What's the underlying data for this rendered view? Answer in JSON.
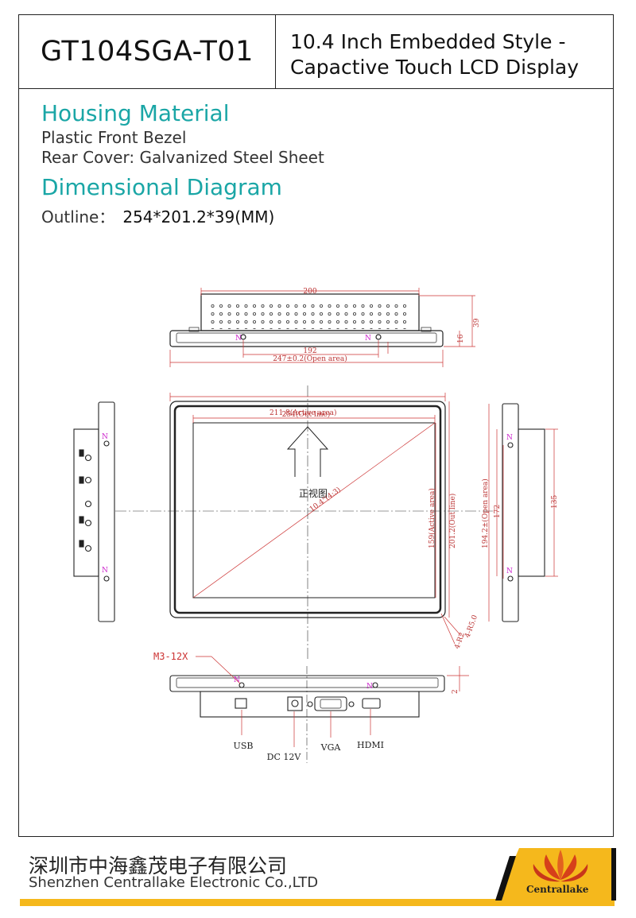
{
  "header": {
    "model": "GT104SGA-T01",
    "title_line1": "10.4 Inch  Embedded Style -",
    "title_line2": "Capactive Touch LCD Display"
  },
  "housing": {
    "heading": "Housing Material",
    "line1": "Plastic Front Bezel",
    "line2": "Rear Cover: Galvanized Steel Sheet"
  },
  "dimensional": {
    "heading": "Dimensional   Diagram",
    "outline_label": "Outline：",
    "outline_value": "254*201.2*39(MM)"
  },
  "diagram": {
    "top_width": "200",
    "top_depth": "39",
    "top_side": "16",
    "top_hole": "192",
    "top_open": "247±0.2(Open area)",
    "front_outline": "254(Out line)",
    "front_active": "211.8(Active area)",
    "front_height_active": "159(Active area)",
    "front_height_outline": "201.2(Out line)",
    "front_diag": "10.4\"(4:3)",
    "front_view": "正视图",
    "corner1": "4-R5.0",
    "corner2": "4-R2",
    "right_open": "194.2±(Open area)",
    "right_hole": "172",
    "right_depth": "135",
    "screw_label": "M3-12X",
    "port_usb": "USB",
    "port_dc": "DC 12V",
    "port_vga": "VGA",
    "port_hdmi": "HDMI",
    "bottom_side": "2"
  },
  "footer": {
    "company_cn": "深圳市中海鑫茂电子有限公司",
    "company_en": "Shenzhen Centrallake Electronic Co.,LTD",
    "logo_text": "Centrallake"
  },
  "colors": {
    "teal": "#1aa6a6",
    "dim": "#d23a3a",
    "accent": "#f5b81c"
  }
}
